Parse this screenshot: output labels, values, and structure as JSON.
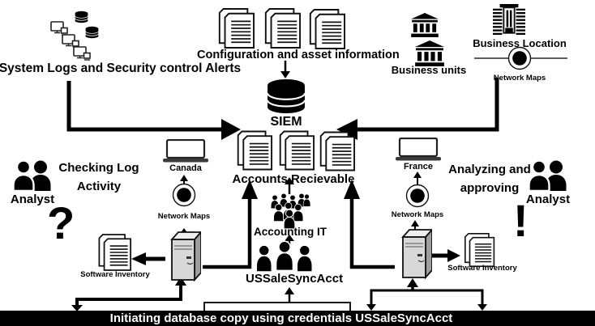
{
  "colors": {
    "ink": "#000000",
    "banner_bg": "#000000",
    "banner_text": "#ffffff",
    "server_body": "#d8d8d8"
  },
  "banner": {
    "text": "Initiating database copy using credentials USSaleSyncAcct"
  },
  "sources": {
    "system_logs": {
      "label": "System Logs and Security control Alerts"
    },
    "config_assets": {
      "label": "Configuration and asset information"
    },
    "business_units": {
      "label": "Business units"
    },
    "business_location": {
      "label": "Business Location",
      "map_label": "Network Maps"
    }
  },
  "siem": {
    "label": "SIEM"
  },
  "accounts_receivable": {
    "label": "Accounts Recievable"
  },
  "left_branch": {
    "analyst": {
      "label": "Analyst",
      "activity": "Checking Log Activity",
      "mark": "?"
    },
    "site": {
      "label": "Canada",
      "map_label": "Network Maps"
    },
    "software_inventory": {
      "label": "Software Inventory"
    }
  },
  "right_branch": {
    "analyst": {
      "label": "Analyst",
      "activity": "Analyzing and approving",
      "mark": "!"
    },
    "site": {
      "label": "France",
      "map_label": "Network Maps"
    },
    "software_inventory": {
      "label": "Software Inventory"
    }
  },
  "teams": {
    "accounting_it": {
      "label": "Accounting IT"
    },
    "service_account": {
      "label": "USSaleSyncAcct"
    }
  },
  "icons": [
    "computer-icon",
    "database-icon",
    "documents-icon",
    "bank-icon",
    "building-icon",
    "network-node-icon",
    "laptop-icon",
    "analyst-people-icon",
    "crowd-icon",
    "group-icon",
    "server-icon",
    "question-mark",
    "exclamation-mark"
  ]
}
